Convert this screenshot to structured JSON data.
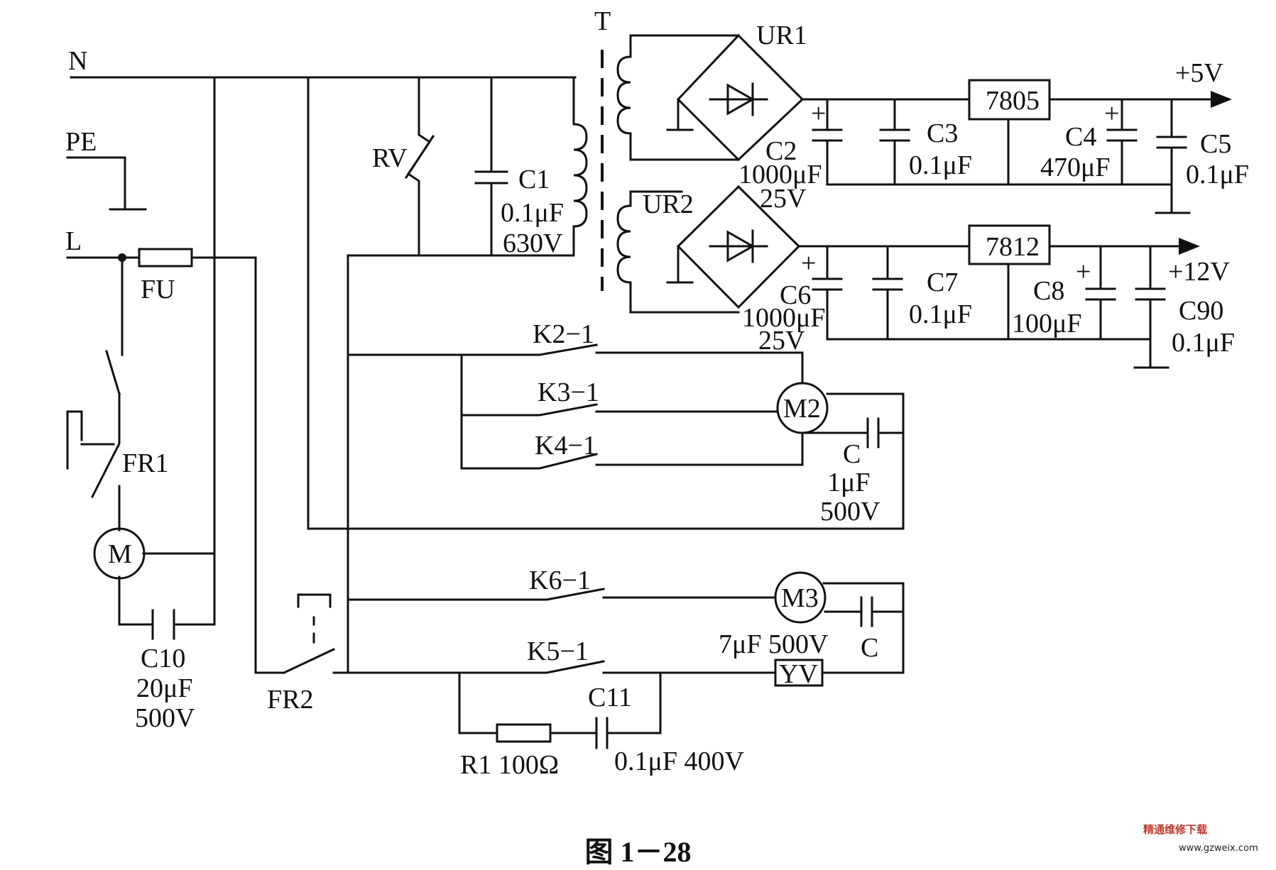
{
  "figure": {
    "caption": "图 1－28",
    "watermark_cn": "精通维修下载",
    "watermark_url": "www.gzweix.com"
  },
  "nodes": {
    "N": "N",
    "PE": "PE",
    "L": "L",
    "FU": "FU",
    "FR1": "FR1",
    "FR2": "FR2",
    "M": "M",
    "C10": "C10",
    "C10_value": "20μF",
    "C10_voltage": "500V",
    "RV": "RV",
    "C1": "C1",
    "C1_value": "0.1μF",
    "C1_voltage": "630V",
    "T": "T",
    "UR1": "UR1",
    "UR2": "UR2",
    "C2": "C2",
    "C2_value": "1000μF",
    "C2_voltage": "25V",
    "C3": "C3",
    "C3_value": "0.1μF",
    "reg1": "7805",
    "C4": "C4",
    "C4_value": "470μF",
    "C5": "C5",
    "C5_value": "0.1μF",
    "out1": "+5V",
    "C6": "C6",
    "C6_value": "1000μF",
    "C6_voltage": "25V",
    "C7": "C7",
    "C7_value": "0.1μF",
    "reg2": "7812",
    "C8": "C8",
    "C8_value": "100μF",
    "C90": "C90",
    "C90_value": "0.1μF",
    "out2": "+12V",
    "K2": "K2−1",
    "K3": "K3−1",
    "K4": "K4−1",
    "M2": "M2",
    "C_m2": "C",
    "C_m2_value": "1μF",
    "C_m2_voltage": "500V",
    "K6": "K6−1",
    "M3": "M3",
    "C_m3_value": "7μF 500V",
    "C_m3": "C",
    "K5": "K5−1",
    "YV": "YV",
    "C11": "C11",
    "R1": "R1 100Ω",
    "C11_value": "0.1μF 400V",
    "plus": "+"
  }
}
